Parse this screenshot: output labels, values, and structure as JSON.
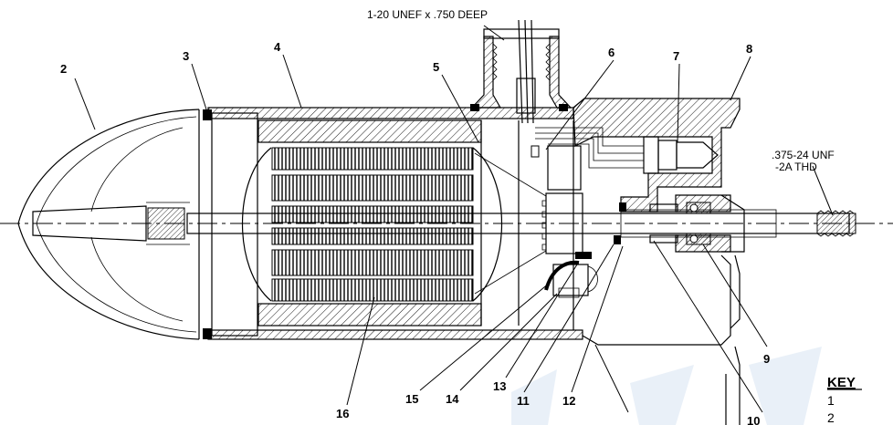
{
  "callouts": {
    "c2": "2",
    "c3": "3",
    "c4": "4",
    "c5": "5",
    "c6": "6",
    "c7": "7",
    "c8": "8",
    "c9": "9",
    "c10": "10",
    "c11": "11",
    "c12": "12",
    "c13": "13",
    "c14": "14",
    "c15": "15",
    "c16": "16"
  },
  "notes": {
    "top_thread": "1-20 UNEF x .750 DEEP",
    "shaft_thread_line1": ".375-24 UNF",
    "shaft_thread_line2": "-2A THD"
  },
  "key": {
    "title": "KEY",
    "items": [
      "1",
      "2"
    ]
  }
}
